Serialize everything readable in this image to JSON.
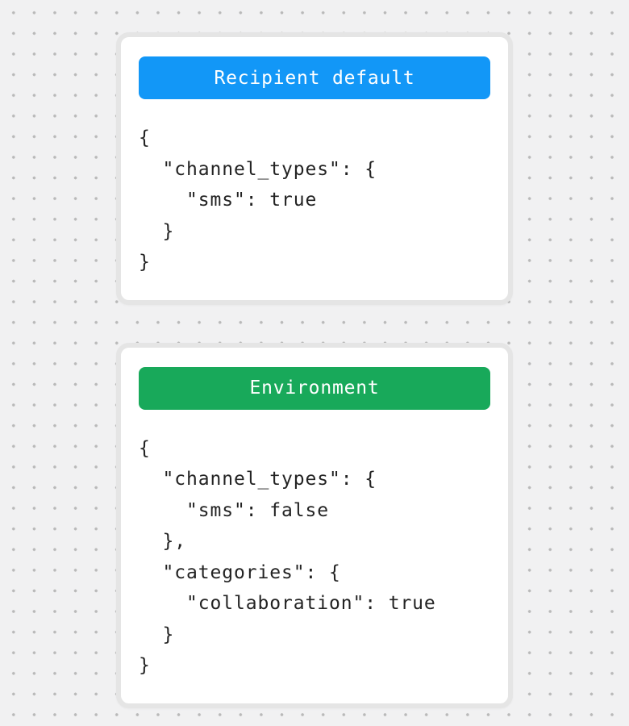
{
  "canvas": {
    "background_color": "#f1f1f2",
    "dot_color": "#b9b9b9",
    "card_border_color": "#e5e5e5",
    "code_text_color": "#232323"
  },
  "cards": [
    {
      "title": "Recipient default",
      "header_color": "#1297f7",
      "json_code": "{\n  \"channel_types\": {\n    \"sms\": true\n  }\n}"
    },
    {
      "title": "Environment",
      "header_color": "#18a95a",
      "json_code": "{\n  \"channel_types\": {\n    \"sms\": false\n  },\n  \"categories\": {\n    \"collaboration\": true\n  }\n}"
    }
  ]
}
